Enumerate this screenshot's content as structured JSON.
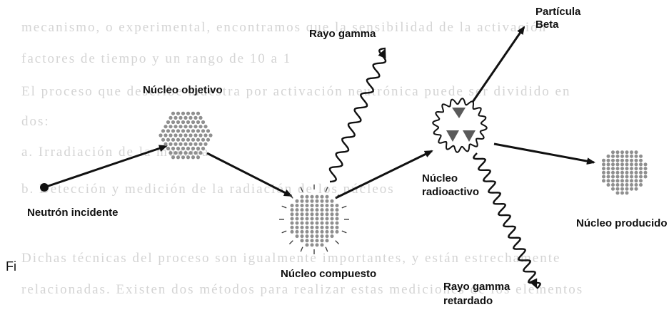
{
  "figure": {
    "caption_fragment": "Fi",
    "labels": {
      "neutron": "Neutrón incidente",
      "target": "Núcleo objetivo",
      "compound": "Núcleo compuesto",
      "gamma": "Rayo gamma",
      "radioactive_line1": "Núcleo",
      "radioactive_line2": "radioactivo",
      "beta_line1": "Partícula",
      "beta_line2": "Beta",
      "product": "Núcleo producido",
      "delayed_line1": "Rayo gamma",
      "delayed_line2": "retardado"
    }
  },
  "background_text": [
    "mecanismo, o experimental, encontramos que la sensibilidad de la activación",
    "factores de tiempo y un rango de 10 a 1",
    "El proceso que describe muestra por activación neutrónica puede ser dividido en",
    "dos:",
    "a. Irradiación de la muestra",
    "b. Detección y medición de la radiación de los núcleos",
    "Dichas técnicas del proceso son igualmente importantes, y están estrechamente",
    "relacionadas. Existen dos métodos para realizar estas mediciones de los elementos"
  ],
  "colors": {
    "ink": "#111111",
    "faint_text": "#d4d4d4",
    "nucleus": "#8f8f8f"
  }
}
